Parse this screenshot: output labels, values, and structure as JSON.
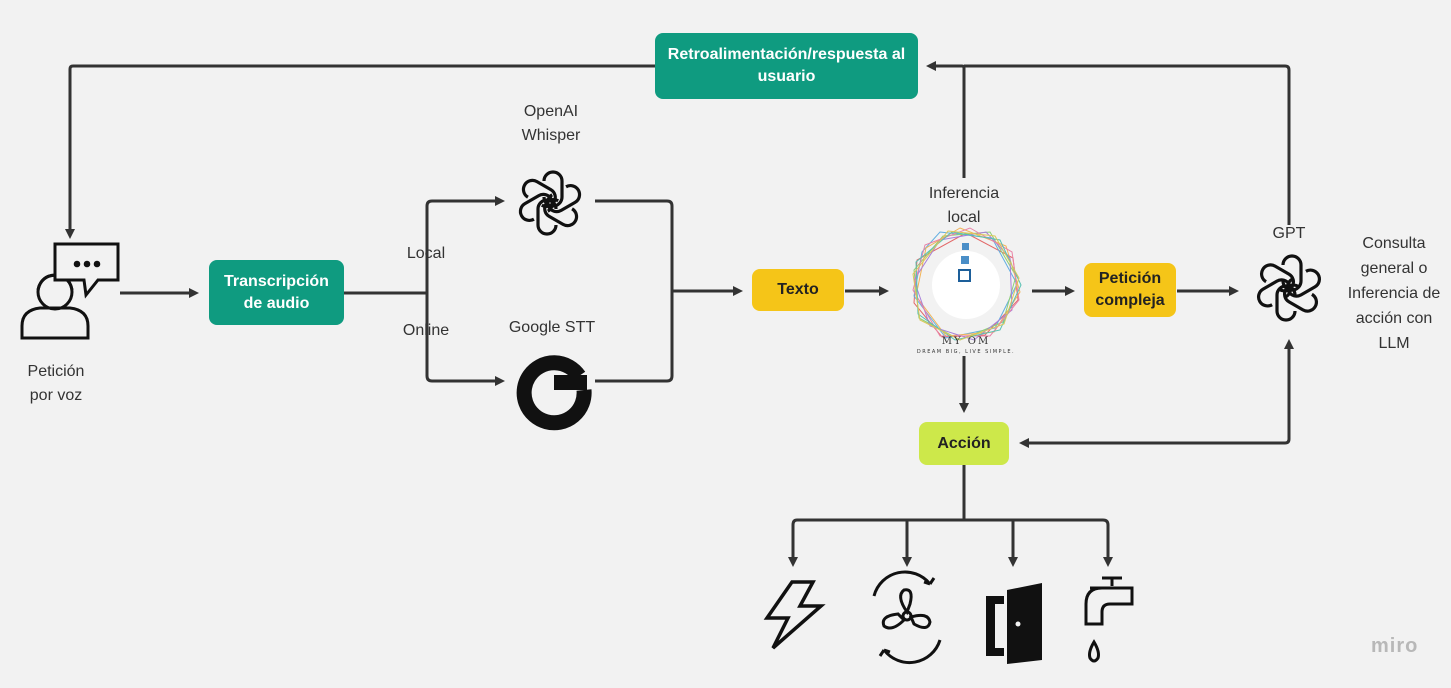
{
  "nodes": {
    "feedback": "Retroalimentación/respuesta al usuario",
    "transcription": "Transcripción de audio",
    "texto": "Texto",
    "peticion_compleja": "Petición compleja",
    "accion": "Acción"
  },
  "labels": {
    "peticion_voz": "Petición por voz",
    "openai_whisper": "OpenAI Whisper",
    "google_stt": "Google STT",
    "local": "Local",
    "online": "Online",
    "inferencia_local": "Inferencia local",
    "gpt": "GPT",
    "consulta": "Consulta general o Inferencia de acción con LLM"
  },
  "logo": {
    "brand": "MY OM",
    "tagline": "DREAM BIG, LIVE SIMPLE."
  },
  "watermark": "miro",
  "colors": {
    "teal": "#0f9b80",
    "yellow": "#f5c518",
    "lime": "#cde84a",
    "line": "#333333"
  },
  "icons": [
    "user-speech-icon",
    "openai-icon",
    "google-icon",
    "myom-logo",
    "lightning-icon",
    "fan-icon",
    "door-icon",
    "faucet-icon"
  ]
}
